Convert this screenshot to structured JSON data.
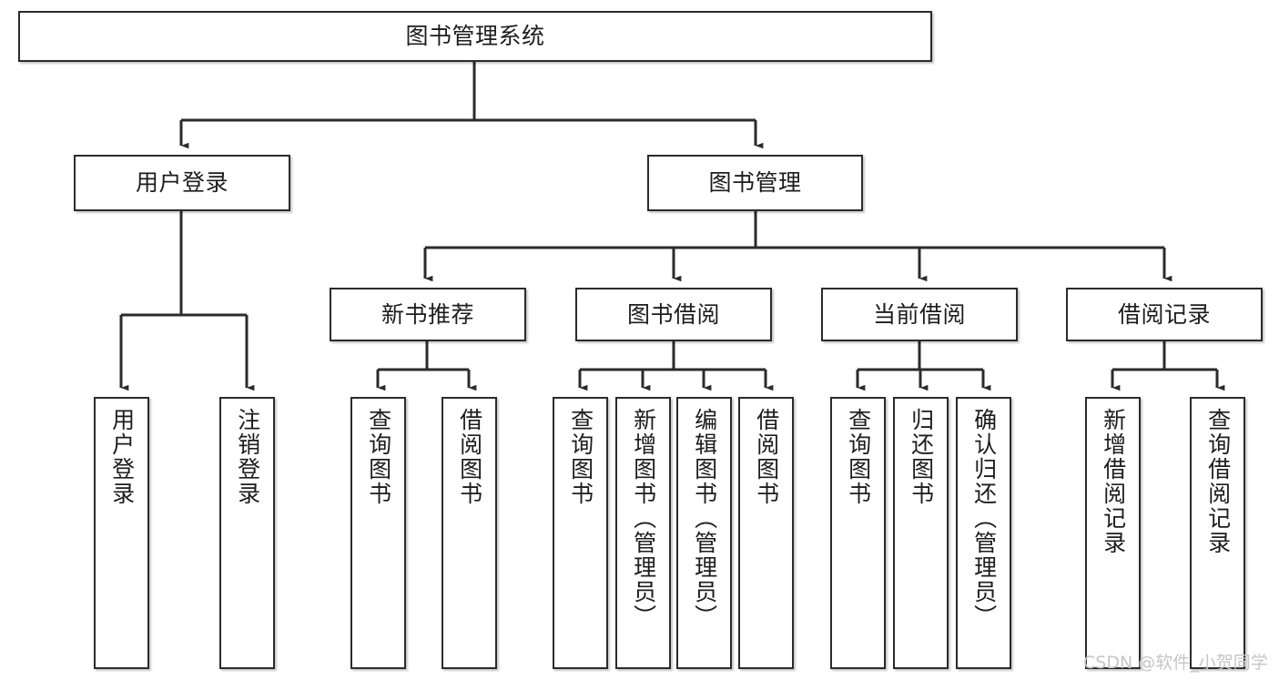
{
  "diagram": {
    "type": "tree-hierarchy-chart",
    "title": "图书管理系统",
    "watermark": "CSDN @软件_小贺同学",
    "colors": {
      "stroke": "#2b2b2b",
      "fill": "#ffffff",
      "text": "#1d1d1d",
      "watermark": "#c6c6c6",
      "background": "#ffffff"
    },
    "nodes": {
      "root": {
        "label": "图书管理系统"
      },
      "level2": [
        {
          "id": "user-login",
          "label": "用户登录"
        },
        {
          "id": "book-manage",
          "label": "图书管理"
        }
      ],
      "level3": [
        {
          "id": "new-book-recommend",
          "label": "新书推荐"
        },
        {
          "id": "book-borrow",
          "label": "图书借阅"
        },
        {
          "id": "current-borrow",
          "label": "当前借阅"
        },
        {
          "id": "borrow-record",
          "label": "借阅记录"
        }
      ],
      "leaves": {
        "user_login": [
          {
            "id": "leaf-user-login",
            "label": "用户登录"
          },
          {
            "id": "leaf-logout-login",
            "label": "注销登录"
          }
        ],
        "new_book_recommend": [
          {
            "id": "leaf-query-book-1",
            "label": "查询图书"
          },
          {
            "id": "leaf-borrow-book-1",
            "label": "借阅图书"
          }
        ],
        "book_borrow": [
          {
            "id": "leaf-query-book-2",
            "label": "查询图书"
          },
          {
            "id": "leaf-add-book",
            "label": "新增图书（管理员）"
          },
          {
            "id": "leaf-edit-book",
            "label": "编辑图书（管理员）"
          },
          {
            "id": "leaf-borrow-book-2",
            "label": "借阅图书"
          }
        ],
        "current_borrow": [
          {
            "id": "leaf-query-book-3",
            "label": "查询图书"
          },
          {
            "id": "leaf-return-book",
            "label": "归还图书"
          },
          {
            "id": "leaf-confirm-return",
            "label": "确认归还（管理员）"
          }
        ],
        "borrow_record": [
          {
            "id": "leaf-add-record",
            "label": "新增借阅记录"
          },
          {
            "id": "leaf-query-record",
            "label": "查询借阅记录"
          }
        ]
      }
    }
  }
}
